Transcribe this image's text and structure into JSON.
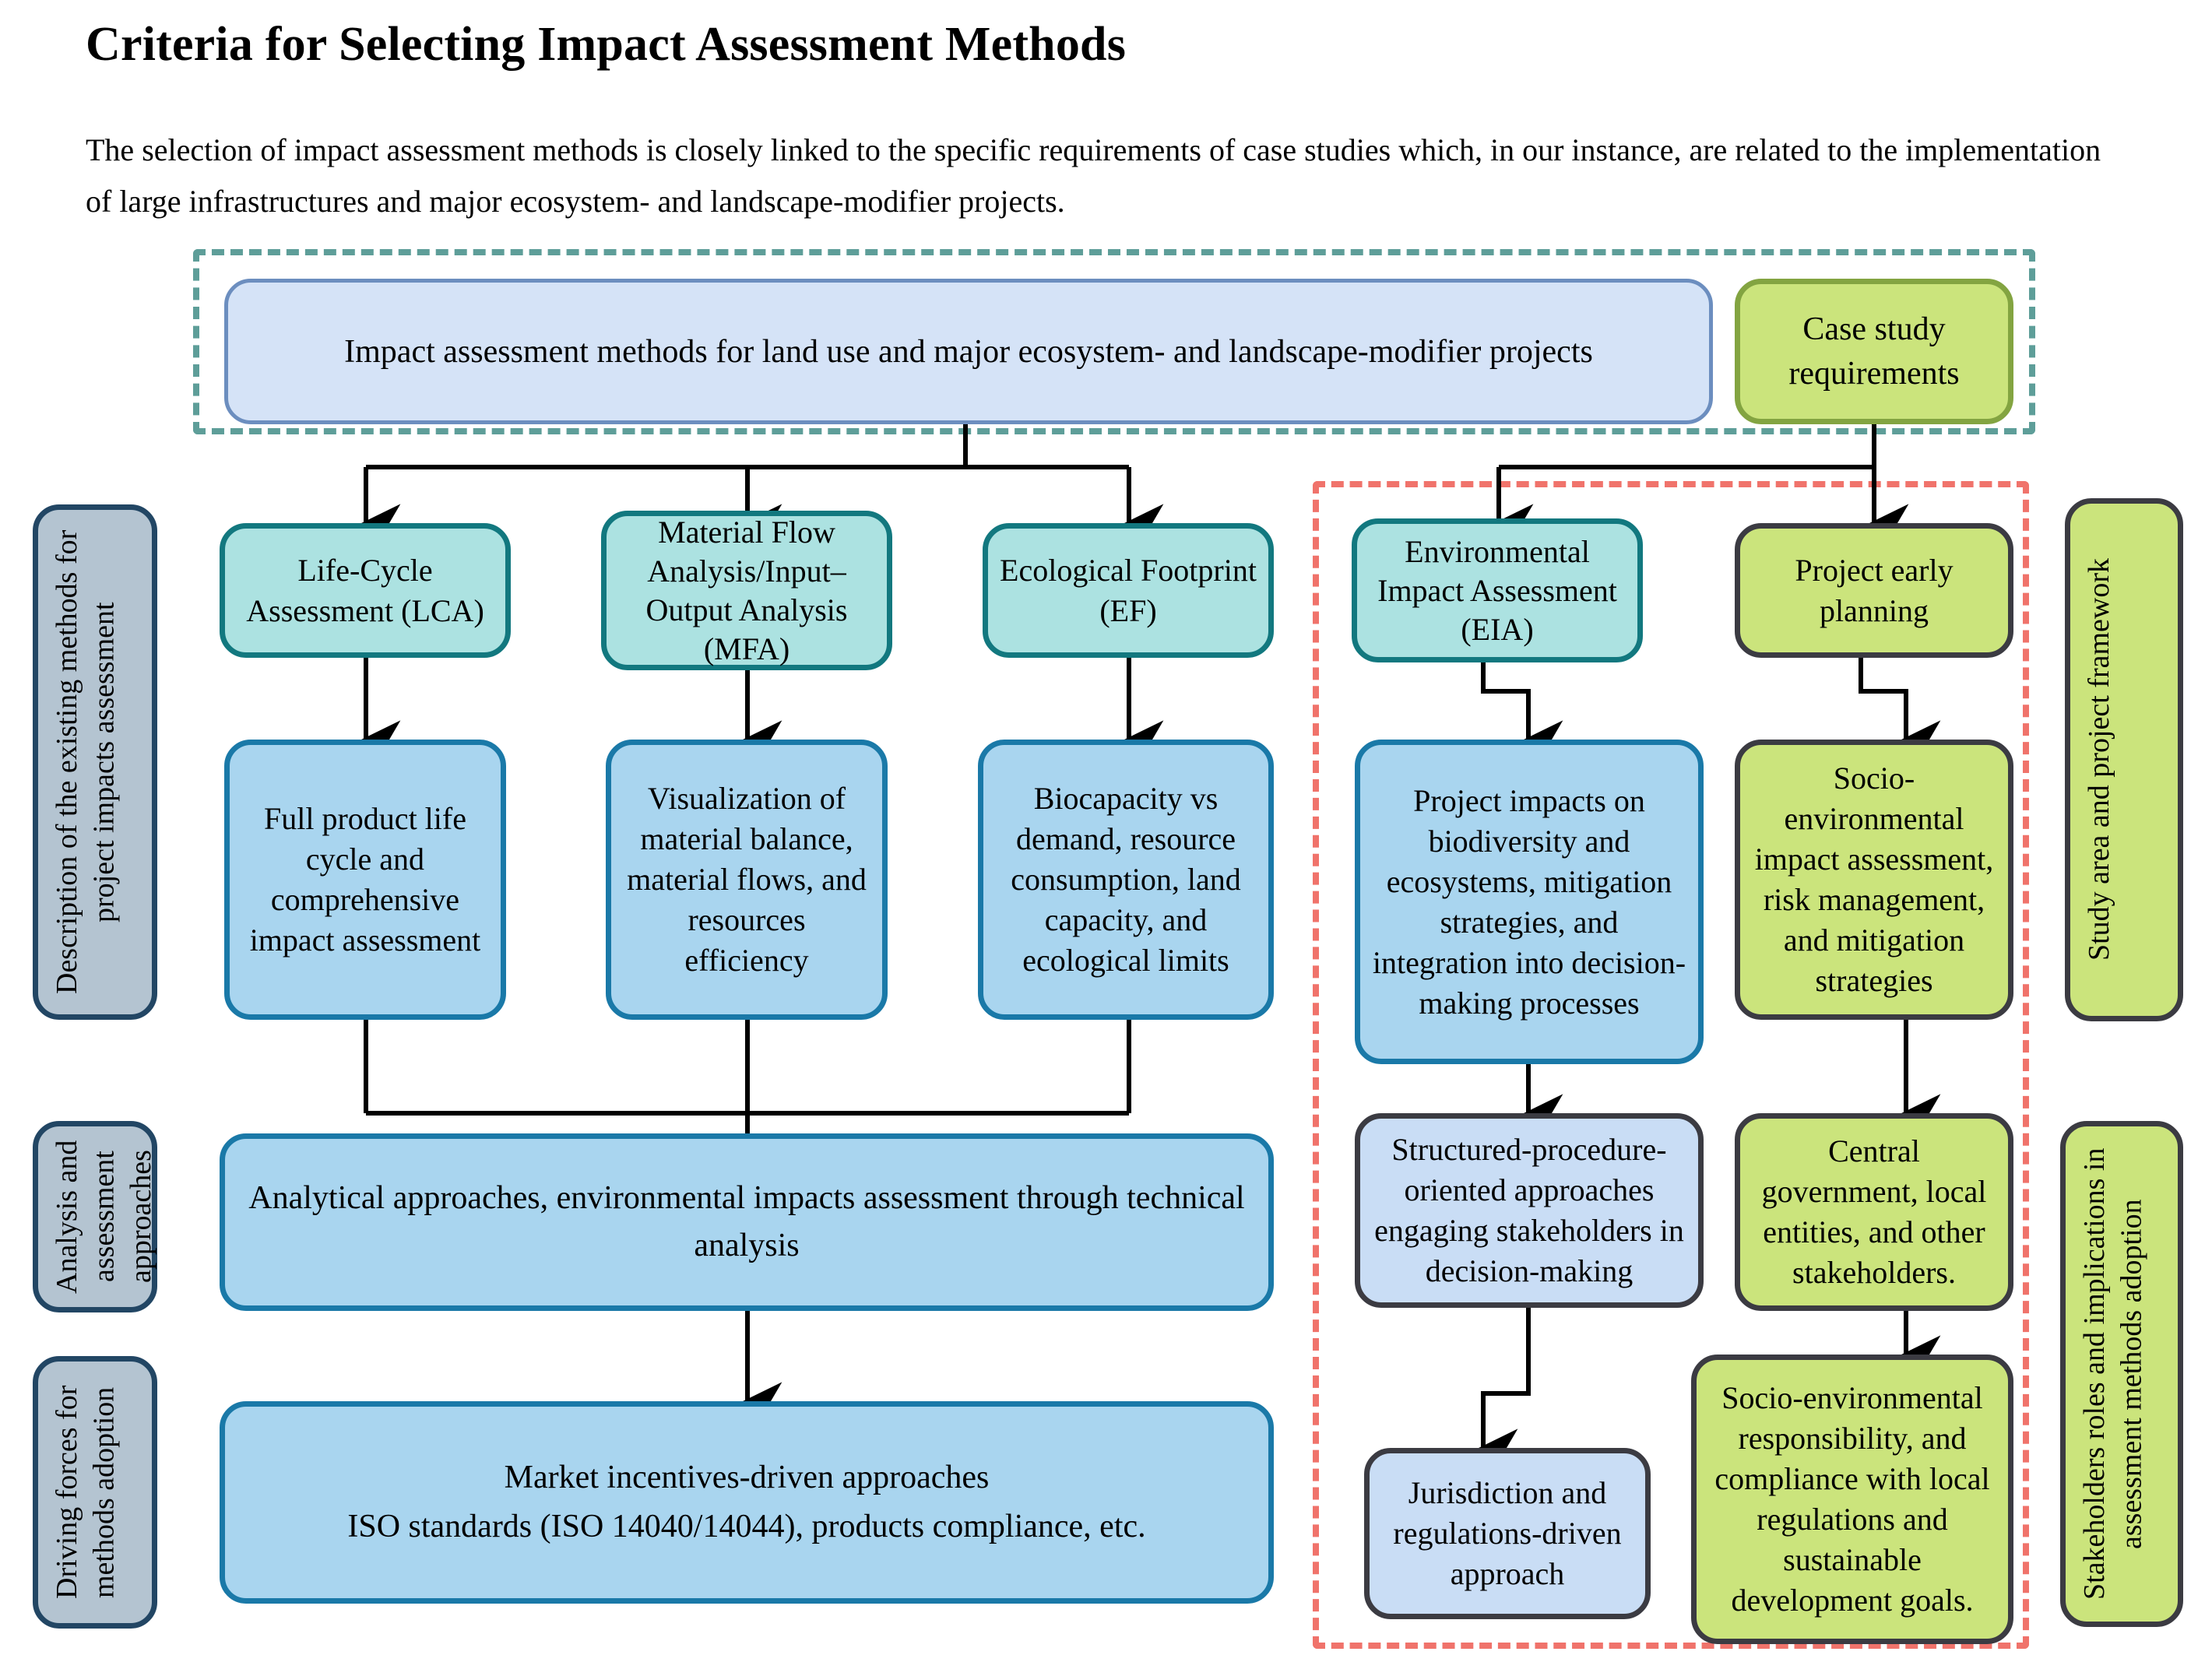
{
  "page": {
    "title": "Criteria for Selecting Impact Assessment Methods",
    "intro": "The selection of impact assessment methods is closely linked to the specific requirements of case studies which, in our instance, are related to the implementation of large infrastructures and major ecosystem- and landscape-modifier projects."
  },
  "colors": {
    "teal_dashed_group": "#5e9e99",
    "red_dashed_group": "#f0736b",
    "header_blue_fill": "#d5e3f7",
    "header_blue_border": "#6c8ebf",
    "method_teal_fill": "#ace2e1",
    "method_teal_border": "#12787f",
    "description_blue_fill": "#a9d5ef",
    "description_blue_border": "#1a79a8",
    "green_fill": "#cbe47c",
    "green_border": "#83a441",
    "dark_border": "#3b3b42",
    "grey_label_fill": "#b4c4d1",
    "grey_label_border": "#224664"
  },
  "header_row": {
    "methods_header": "Impact assessment methods for land use and major ecosystem- and landscape-modifier projects",
    "case_study_header": "Case study requirements"
  },
  "left_labels": [
    "Description of the existing methods for project impacts assessment",
    "Analysis and assessment approaches",
    "Driving forces for methods adoption"
  ],
  "right_labels": [
    "Study area and project framework",
    "Stakeholders roles and implications in assessment methods adoption"
  ],
  "methods_row": [
    "Life-Cycle Assessment (LCA)",
    "Material Flow Analysis/Input–Output Analysis (MFA)",
    "Ecological Footprint (EF)",
    "Environmental Impact Assessment (EIA)",
    "Project early planning"
  ],
  "description_row": [
    "Full product life cycle and comprehensive impact assessment",
    "Visualization of material balance, material flows, and resources efficiency",
    "Biocapacity vs demand, resource consumption, land capacity, and ecological limits",
    "Project impacts on biodiversity and ecosystems, mitigation strategies, and integration into decision-making processes",
    "Socio-environmental impact assessment, risk management, and mitigation strategies"
  ],
  "approaches_row": {
    "analytical": "Analytical approaches, environmental impacts assessment through technical analysis",
    "structured": "Structured-procedure-oriented approaches engaging stakeholders in decision-making",
    "central_government": "Central government, local entities, and other stakeholders."
  },
  "drivers_row": {
    "market": "Market incentives-driven approaches\nISO standards (ISO 14040/14044), products compliance, etc.",
    "market_line1": "Market incentives-driven approaches",
    "market_line2": "ISO standards (ISO 14040/14044), products compliance, etc.",
    "jurisdiction": "Jurisdiction and regulations-driven approach",
    "socio_responsibility": "Socio-environmental responsibility, and compliance with local regulations and sustainable development goals."
  }
}
